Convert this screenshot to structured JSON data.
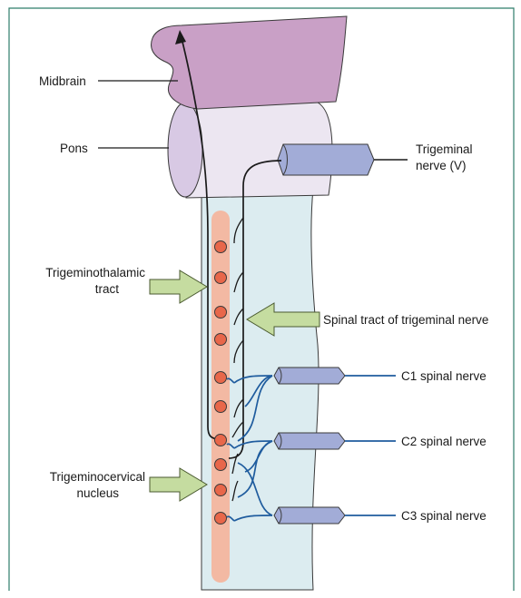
{
  "labels": {
    "midbrain": "Midbrain",
    "pons": "Pons",
    "trigeminal_nerve_line1": "Trigeminal",
    "trigeminal_nerve_line2": "nerve (V)",
    "trigeminothalamic_line1": "Trigeminothalamic",
    "trigeminothalamic_line2": "tract",
    "spinal_tract": "Spinal tract of trigeminal nerve",
    "c1": "C1 spinal nerve",
    "c2": "C2 spinal nerve",
    "c3": "C3 spinal nerve",
    "trigeminocervical_line1": "Trigeminocervical",
    "trigeminocervical_line2": "nucleus"
  },
  "colors": {
    "frame": "#2e7d6b",
    "midbrain": "#c99fc6",
    "pons": "#e9e3f0",
    "pons_face": "#d6c7e3",
    "cord": "#dcecf0",
    "nucleus_column": "#f3b9a3",
    "nucleus_cell": "#e8674a",
    "nerve_sleeve": "#9ea9d6",
    "spinal_nerve_line": "#1f5c9e",
    "pointer_arrow": "#c5dca0"
  }
}
